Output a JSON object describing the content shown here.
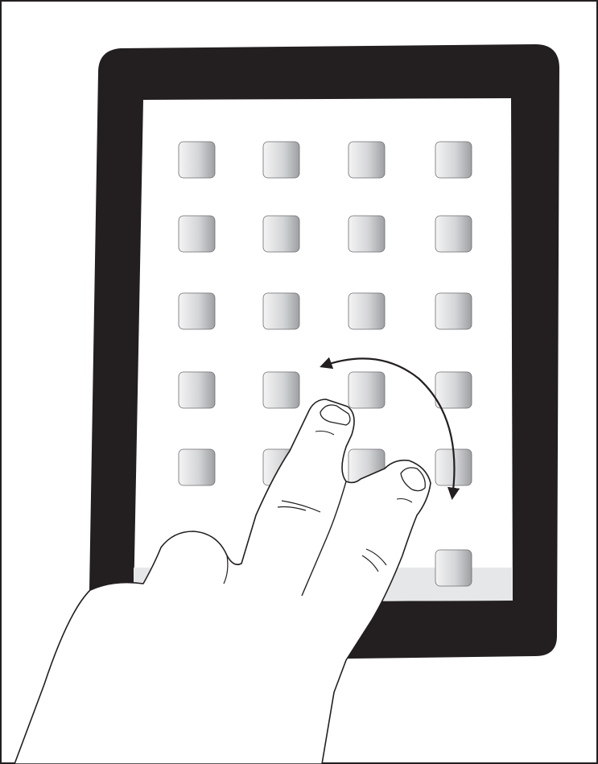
{
  "illustration": {
    "subject": "two-finger-rotate-gesture-on-tablet",
    "device": "tablet",
    "screen": {
      "icon_grid": {
        "rows": 5,
        "columns": 4,
        "dock_icon_count": 1
      }
    },
    "gesture": {
      "type": "rotate",
      "fingers": 2,
      "arrow": "curved-double-headed"
    },
    "colors": {
      "bezel": "#231f20",
      "screen": "#ffffff",
      "dock": "#e6e7e8",
      "icon_light": "#f2f2f2",
      "icon_dark": "#a7a9ac",
      "outline": "#231f20",
      "skin": "#ffffff"
    }
  }
}
